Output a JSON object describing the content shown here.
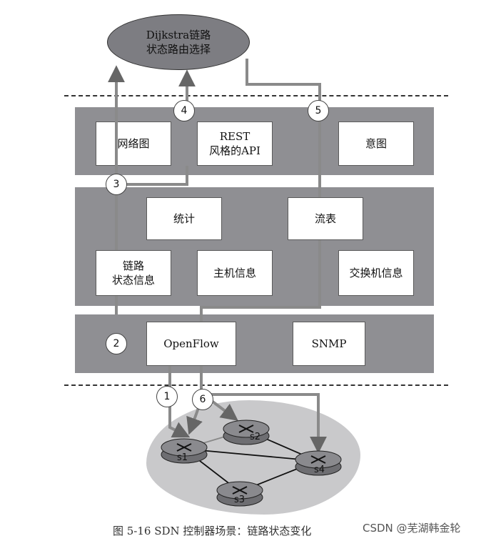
{
  "oval": {
    "line1": "Dijkstra链路",
    "line2": "状态路由选择"
  },
  "api_layer": {
    "network_graph": "网络图",
    "rest_line1": "REST",
    "rest_line2": "风格的API",
    "intent": "意图"
  },
  "state_layer": {
    "statistics": "统计",
    "flow_table": "流表",
    "link_line1": "链路",
    "link_line2": "状态信息",
    "host_info": "主机信息",
    "switch_info": "交换机信息"
  },
  "comm_layer": {
    "openflow": "OpenFlow",
    "snmp": "SNMP"
  },
  "step_numbers": [
    "1",
    "2",
    "3",
    "4",
    "5",
    "6"
  ],
  "routers": [
    "s1",
    "s2",
    "s3",
    "s4"
  ],
  "caption": "图 5-16   SDN 控制器场景：链路状态变化",
  "watermark": "CSDN @芜湖韩金轮",
  "colors": {
    "layer": "#8f8f93",
    "oval": "#7d7d82",
    "cloud": "#c9c9cb",
    "router": "#8a8a8e"
  }
}
